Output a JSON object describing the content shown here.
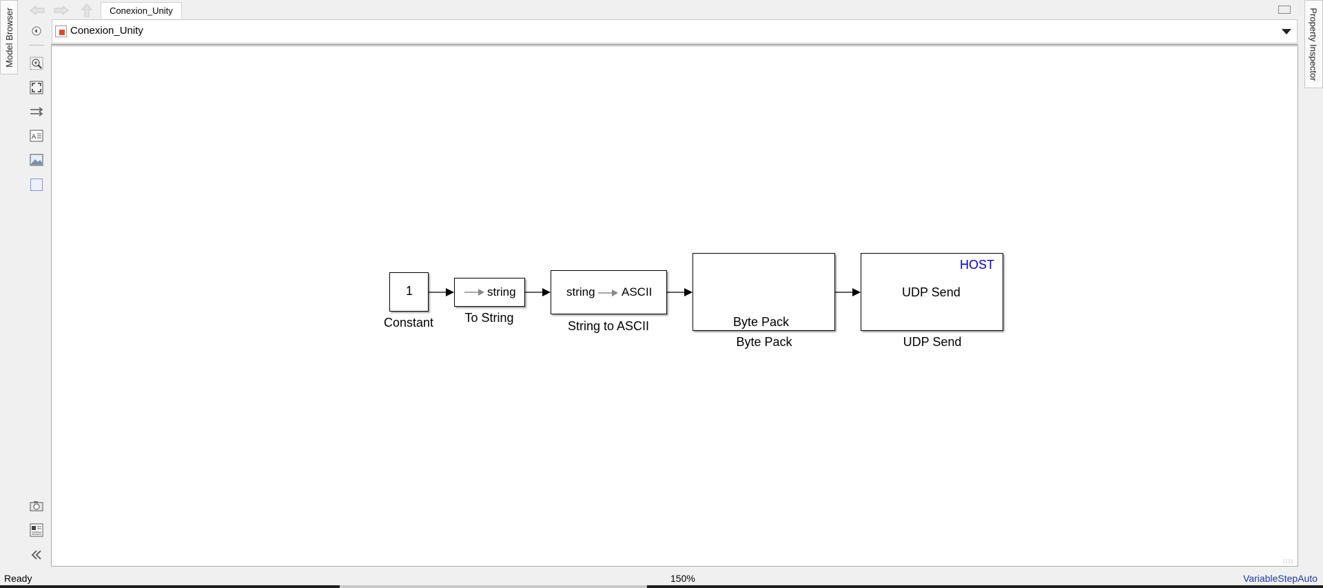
{
  "side_tabs": {
    "left": "Model Browser",
    "right": "Property Inspector"
  },
  "tab": {
    "label": "Conexion_Unity"
  },
  "address": {
    "path": "Conexion_Unity"
  },
  "toolbar": {
    "tools": [
      "back-icon",
      "zoom-in-icon",
      "fit-view-icon",
      "signal-route-icon",
      "annotation-icon",
      "image-icon",
      "area-icon"
    ],
    "bottom_tools": [
      "screenshot-icon",
      "report-icon",
      "collapse-icon"
    ]
  },
  "diagram": {
    "blocks": {
      "constant": {
        "value": "1",
        "label": "Constant"
      },
      "to_string": {
        "text": "string",
        "label": "To String"
      },
      "string_to_ascii": {
        "left": "string",
        "right": "ASCII",
        "label": "String to ASCII"
      },
      "byte_pack": {
        "text": "Byte Pack",
        "label": "Byte Pack"
      },
      "udp_send": {
        "tag": "HOST",
        "text": "UDP Send",
        "label": "UDP Send"
      }
    },
    "host_color": "#0000c8"
  },
  "status": {
    "ready": "Ready",
    "zoom": "150%",
    "solver": "VariableStepAuto"
  }
}
